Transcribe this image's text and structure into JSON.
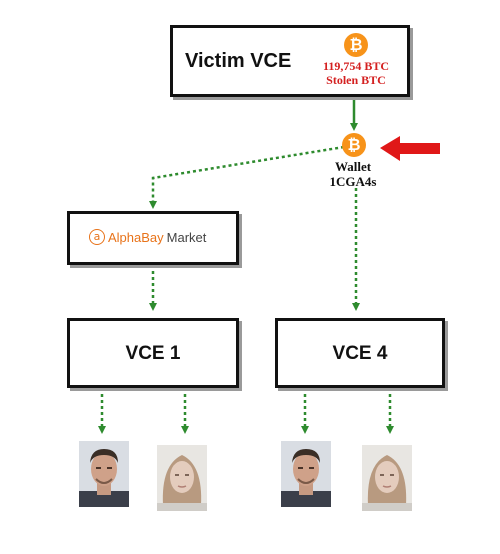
{
  "victim": {
    "title": "Victim VCE",
    "amount": "119,754 BTC",
    "subtitle": "Stolen BTC"
  },
  "wallet": {
    "label": "Wallet",
    "address": "1CGA4s"
  },
  "market": {
    "logo_letter": "a",
    "name_colored": "AlphaBay",
    "name_plain": "Market"
  },
  "vce1": {
    "label": "VCE 1"
  },
  "vce4": {
    "label": "VCE 4"
  },
  "btc_symbol": "₿",
  "colors": {
    "arrow_green": "#2e8b2e",
    "red_arrow": "#e01818",
    "bitcoin_orange": "#f7931a",
    "red_text": "#d42020",
    "alphabay_orange": "#e8731a"
  }
}
